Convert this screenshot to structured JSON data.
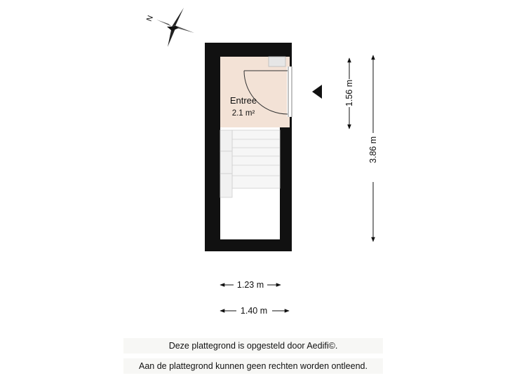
{
  "compass": {
    "north_label": "N",
    "icon": "compass-rose-icon"
  },
  "room": {
    "name": "Entree",
    "area": "2.1 m²",
    "fill_color": "#f3e2d6"
  },
  "dimensions": {
    "vertical_short": "1.56 m",
    "vertical_long": "3.86 m",
    "horizontal_inner": "1.23 m",
    "horizontal_outer": "1.40 m"
  },
  "entrance_marker": {
    "icon": "entrance-arrow-icon"
  },
  "footer": {
    "line1": "Deze plattegrond is opgesteld door Aedifi©.",
    "line2": "Aan de plattegrond kunnen geen rechten worden ontleend."
  },
  "colors": {
    "wall": "#111111",
    "room": "#f3e2d6",
    "stairs": "#f5f5f5",
    "grey": "#dddddd"
  }
}
